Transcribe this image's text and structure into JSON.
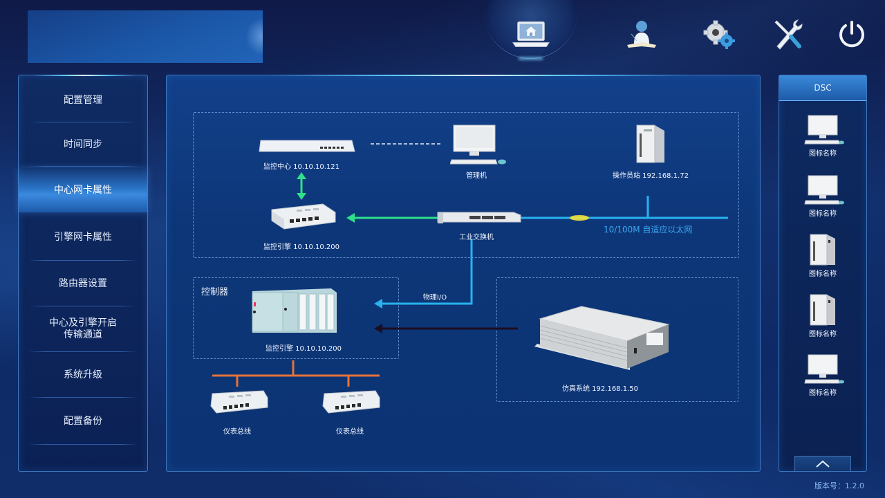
{
  "header": {
    "icons": [
      {
        "name": "home-laptop-icon",
        "label": "home"
      },
      {
        "name": "user-reading-icon",
        "label": "user"
      },
      {
        "name": "gears-icon",
        "label": "settings"
      },
      {
        "name": "tools-icon",
        "label": "tools"
      },
      {
        "name": "power-icon",
        "label": "power"
      }
    ],
    "active_icon": "home-laptop-icon"
  },
  "sidebar": {
    "items": [
      {
        "label": "配置管理"
      },
      {
        "label": "时间同步"
      },
      {
        "label": "中心网卡属性",
        "active": true
      },
      {
        "label": "引擎网卡属性"
      },
      {
        "label": "路由器设置"
      },
      {
        "label": "中心及引擎开启\n传输通道"
      },
      {
        "label": "系统升级"
      },
      {
        "label": "配置备份"
      }
    ]
  },
  "diagram": {
    "nodes": {
      "monitor_center": "监控中心 10.10.10.121",
      "manager_pc": "管理机",
      "operator_station": "操作员站 192.168.1.72",
      "monitor_engine_top": "监控引擎 10.10.10.200",
      "industrial_switch": "工业交换机",
      "ethernet_label": "10/100M 自适应以太网",
      "controller_title": "控制器",
      "monitor_engine_plc": "监控引擎 10.10.10.200",
      "physical_io": "物理I/O",
      "simulation_system": "仿真系统 192.168.1.50",
      "bus_left": "仪表总线",
      "bus_right": "仪表总线"
    },
    "colors": {
      "green_link": "#2ee08a",
      "blue_link": "#29b2ee",
      "dark_link": "#1a0d22",
      "bus_orange": "#e8733a",
      "ethernet_text": "#3aa8f0"
    }
  },
  "dsc_panel": {
    "title": "DSC",
    "items": [
      {
        "type": "desktop",
        "label": "图标名称"
      },
      {
        "type": "desktop",
        "label": "图标名称"
      },
      {
        "type": "tower",
        "label": "图标名称"
      },
      {
        "type": "tower",
        "label": "图标名称"
      },
      {
        "type": "desktop",
        "label": "图标名称"
      }
    ],
    "scroll_up": "chevron-up"
  },
  "footer": {
    "version": "版本号：1.2.0"
  }
}
